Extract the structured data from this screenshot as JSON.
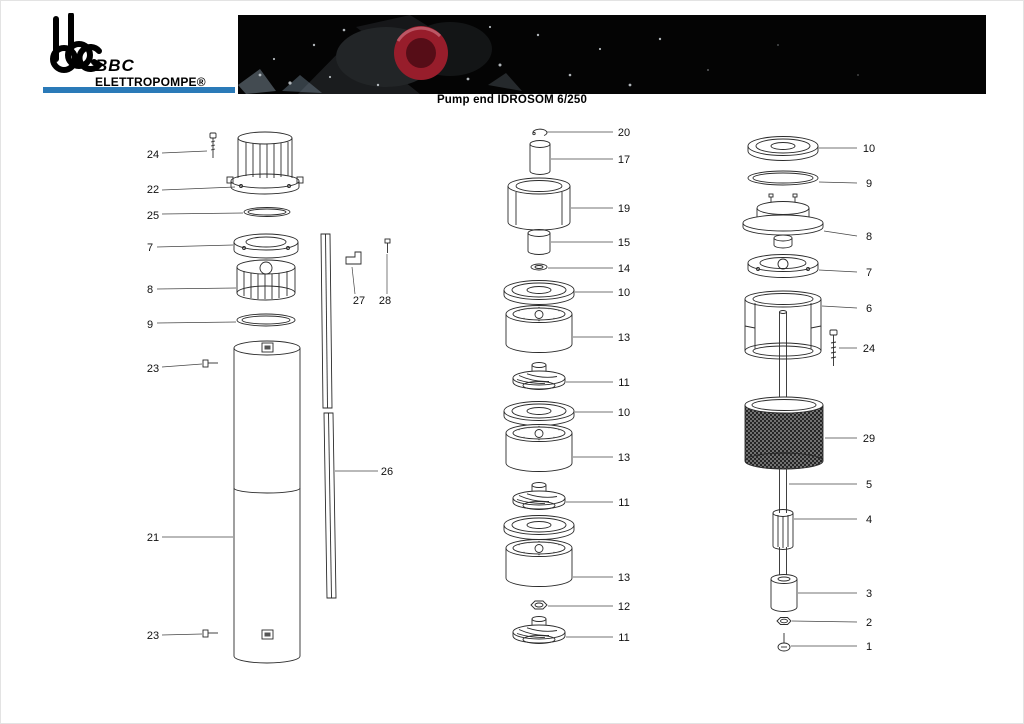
{
  "title": "Pump end IDROSOM 6/250",
  "brand": {
    "name": "BBC",
    "subtitle": "ELETTROPOMPE®",
    "monogram_icon": "bbc-monogram",
    "accent_color": "#2a7ab8"
  },
  "banner": {
    "background_color": "#040404",
    "accent_color": "#a82030"
  },
  "callouts": {
    "left": [
      "24",
      "22",
      "25",
      "7",
      "8",
      "9",
      "23",
      "21",
      "23"
    ],
    "left_mid": [
      "27",
      "28",
      "26"
    ],
    "middle": [
      "20",
      "17",
      "19",
      "15",
      "14",
      "10",
      "13",
      "11",
      "10",
      "13",
      "11",
      "13",
      "12",
      "11"
    ],
    "right": [
      "10",
      "9",
      "8",
      "7",
      "6",
      "24",
      "29",
      "5",
      "4",
      "3",
      "2",
      "1"
    ]
  }
}
